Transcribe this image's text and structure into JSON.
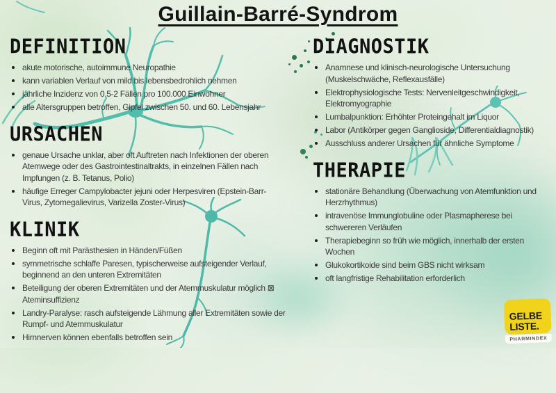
{
  "title": "Guillain-Barré-Syndrom",
  "sections": {
    "definition": {
      "heading": "DEFINITION",
      "bullets": [
        "akute motorische, autoimmune Neuropathie",
        "kann variablen Verlauf von mild bis lebensbedrohlich nehmen",
        "jährliche Inzidenz von 0,5-2 Fällen pro 100.000 Einwohner",
        "alle Altersgruppen betroffen, Gipfel zwischen 50. und 60. Lebensjahr"
      ]
    },
    "ursachen": {
      "heading": "URSACHEN",
      "bullets": [
        "genaue Ursache unklar, aber oft Auftreten nach Infektionen der oberen\nAtemwege oder des Gastrointestinaltrakts, in einzelnen Fällen nach\nImpfungen (z. B. Tetanus, Polio)",
        "häufige Erreger Campylobacter jejuni oder Herpesviren (Epstein-Barr-\nVirus, Zytomegalievirus, Varizella Zoster-Virus)"
      ]
    },
    "klinik": {
      "heading": "KLINIK",
      "bullets": [
        "Beginn oft mit Parästhesien in Händen/Füßen",
        "symmetrische schlaffe Paresen, typischerweise aufsteigender Verlauf,\nbeginnend an den unteren Extremitäten",
        "Beteiligung der oberen Extremitäten und der Atemmuskulatur möglich ⊠\nAteminsuffizienz",
        "Landry-Paralyse: rasch aufsteigende Lähmung aller Extremitäten sowie der\nRumpf- und Atemmuskulatur",
        "Hirnnerven können ebenfalls betroffen sein"
      ]
    },
    "diagnostik": {
      "heading": "DIAGNOSTIK",
      "bullets": [
        "Anamnese und klinisch-neurologische Untersuchung\n(Muskelschwäche, Reflexausfälle)",
        "Elektrophysiologische Tests: Nervenleitgeschwindigkeit,\nElektromyographie",
        "Lumbalpunktion: Erhöhter Proteingehalt im Liquor",
        "Labor (Antikörper gegen Ganglioside, Differentialdiagnostik)",
        "Ausschluss anderer Ursachen für ähnliche Symptome"
      ]
    },
    "therapie": {
      "heading": "THERAPIE",
      "bullets": [
        "stationäre Behandlung (Überwachung von Atemfunktion und\nHerzrhythmus)",
        "intravenöse Immunglobuline oder Plasmapherese bei\nschwereren Verläufen",
        "Therapiebeginn so früh wie möglich, innerhalb der ersten\nWochen",
        "Glukokortikoide sind beim GBS nicht wirksam",
        "oft langfristige Rehabilitation erforderlich"
      ]
    }
  },
  "logo": {
    "line1": "GELBE",
    "line2": "LISTE.",
    "subline": "PHARMINDEX"
  },
  "colors": {
    "neuron_teal": "#55bfae",
    "logo_yellow": "#f1d31b",
    "splatter_green": "#2a7a4c",
    "heading_black": "#121212",
    "body_text": "#3a3a3a",
    "background_mint": "#e6efe2"
  },
  "icons": {
    "neuron": "neuron-icon",
    "bullet": "bullet-dot-icon",
    "splatter": "paint-splatter-dot"
  }
}
